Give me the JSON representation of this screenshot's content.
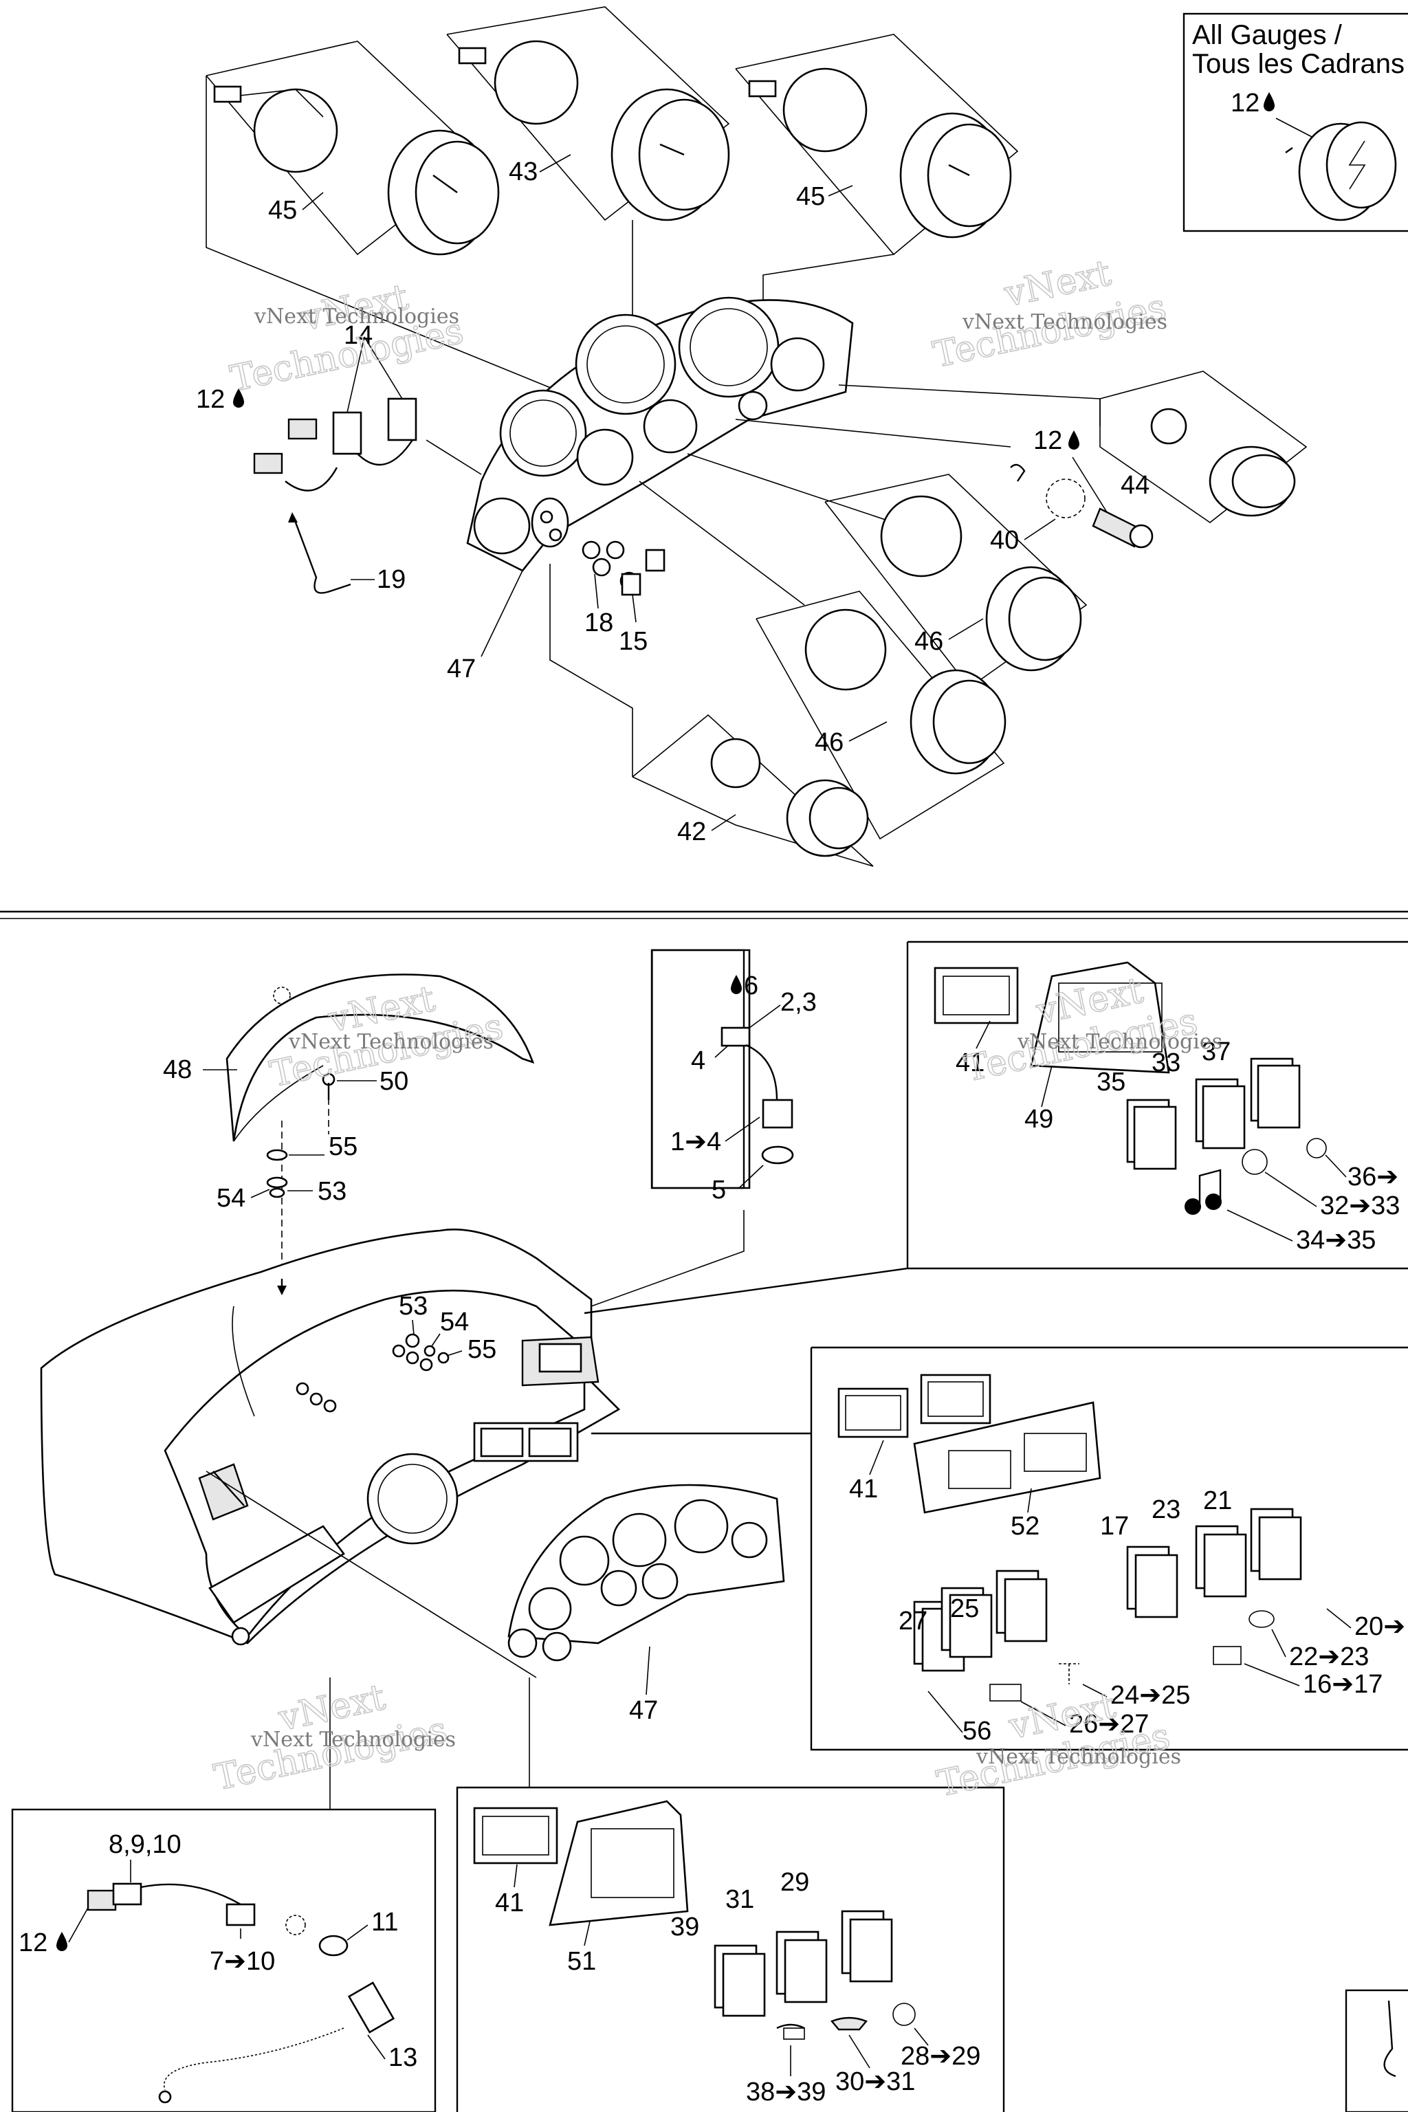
{
  "title_box": {
    "line1": "All Gauges /",
    "line2": "Tous les Cadrans"
  },
  "watermark": {
    "line1": "vNext",
    "line2": "Technologies"
  },
  "callouts": {
    "c45a": "45",
    "c43": "43",
    "c45b": "45",
    "c14": "14",
    "c12a": "12",
    "c19": "19",
    "c18": "18",
    "c15": "15",
    "c47a": "47",
    "c12b": "12",
    "c12c": "12",
    "c44": "44",
    "c40": "40",
    "c46a": "46",
    "c46b": "46",
    "c42": "42",
    "c48": "48",
    "c50": "50",
    "c55a": "55",
    "c54a": "54",
    "c53a": "53",
    "c53b": "53",
    "c54b": "54",
    "c55b": "55",
    "c47b": "47",
    "c6": "6",
    "c23b": "2,3",
    "c4a": "4",
    "c14b": "1➔4",
    "c5": "5",
    "c41a": "41",
    "c49": "49",
    "c35a": "35",
    "c33": "33",
    "c37": "37",
    "c36": "36➔",
    "c3233": "32➔33",
    "c3435": "34➔35",
    "c41b": "41",
    "c52": "52",
    "c17": "17",
    "c23": "23",
    "c21": "21",
    "c27": "27",
    "c25": "25",
    "c20": "20➔",
    "c2223": "22➔23",
    "c1617": "16➔17",
    "c2425": "24➔25",
    "c2627": "26➔27",
    "c56": "56",
    "c8910": "8,9,10",
    "c11": "11",
    "c12d": "12",
    "c710": "7➔10",
    "c13": "13",
    "c41c": "41",
    "c51": "51",
    "c39": "39",
    "c31": "31",
    "c29": "29",
    "c2829": "28➔29",
    "c3839": "38➔39",
    "c3031": "30➔31"
  }
}
